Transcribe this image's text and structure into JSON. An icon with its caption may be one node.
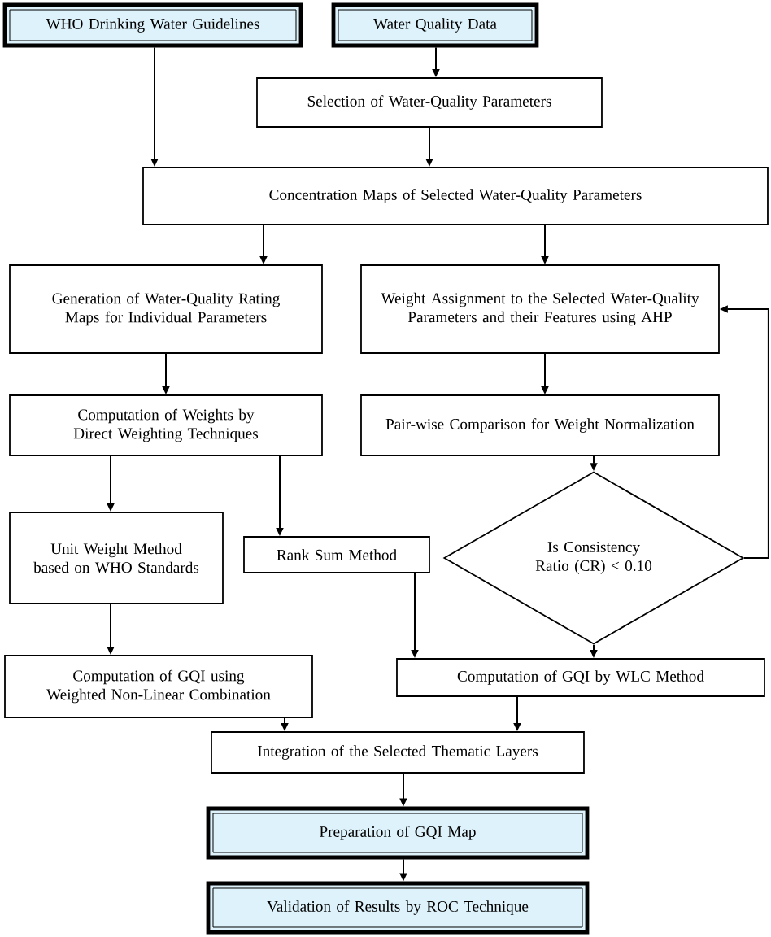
{
  "diagram": {
    "nodes": [
      {
        "text": [
          "WHO Drinking Water Guidelines"
        ]
      },
      {
        "text": [
          "Water Quality Data"
        ]
      },
      {
        "text": [
          "Selection of Water-Quality Parameters"
        ]
      },
      {
        "text": [
          "Concentration Maps of Selected Water-Quality Parameters"
        ]
      },
      {
        "text": [
          "Generation of Water-Quality Rating Maps for Individual Parameters"
        ]
      },
      {
        "text": [
          "Weight Assignment to the Selected Water-Quality Parameters and their Features using AHP"
        ]
      },
      {
        "text": [
          "Computation of Weights by Direct Weighting Techniques"
        ]
      },
      {
        "text": [
          "Pair-wise Comparison for Weight Normalization"
        ]
      },
      {
        "text": [
          "Unit Weight Method based on WHO Standards"
        ]
      },
      {
        "text": [
          "Rank Sum Method"
        ]
      },
      {
        "text": [
          "Is Consistency Ratio (CR) < 0.10"
        ]
      },
      {
        "text": [
          "Computation of GQI using Weighted Non-Linear Combination"
        ]
      },
      {
        "text": [
          "Computation of GQI by WLC Method"
        ]
      },
      {
        "text": [
          "Integration of the Selected Thematic Layers"
        ]
      },
      {
        "text": [
          "Preparation of GQI Map"
        ]
      },
      {
        "text": [
          "Validation of Results by ROC Technique"
        ]
      }
    ],
    "edges": [
      {
        "from": 0,
        "to": 3,
        "arrow": "to"
      },
      {
        "from": 1,
        "to": 2,
        "arrow": "to"
      },
      {
        "from": 2,
        "to": 3,
        "arrow": "to"
      },
      {
        "from": 3,
        "to": 4,
        "arrow": "to"
      },
      {
        "from": 3,
        "to": 5,
        "arrow": "to"
      },
      {
        "from": 4,
        "to": 6,
        "arrow": "to"
      },
      {
        "from": 5,
        "to": 7,
        "arrow": "to"
      },
      {
        "from": 6,
        "to": 8,
        "arrow": "to"
      },
      {
        "from": 6,
        "to": 9,
        "arrow": "to"
      },
      {
        "from": 7,
        "to": 10,
        "arrow": "to"
      },
      {
        "from": 10,
        "to": 5,
        "arrow": "to"
      },
      {
        "from": 8,
        "to": 11,
        "arrow": "to"
      },
      {
        "from": 9,
        "to": 12,
        "arrow": "to"
      },
      {
        "from": 10,
        "to": 12,
        "arrow": "to"
      },
      {
        "from": 11,
        "to": 13,
        "arrow": "to"
      },
      {
        "from": 12,
        "to": 13,
        "arrow": "to"
      },
      {
        "from": 13,
        "to": 14,
        "arrow": "to"
      },
      {
        "from": 14,
        "to": 15,
        "arrow": "to"
      }
    ]
  }
}
